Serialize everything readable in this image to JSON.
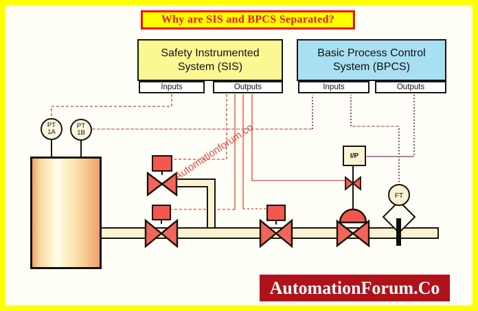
{
  "title_banner": {
    "text": "Why are SIS and BPCS Separated?"
  },
  "sis": {
    "title_line1": "Safety Instrumented",
    "title_line2": "System (SIS)",
    "inputs_label": "Inputs",
    "outputs_label": "Outputs"
  },
  "bpcs": {
    "title_line1": "Basic Process Control",
    "title_line2": "System (BPCS)",
    "inputs_label": "Inputs",
    "outputs_label": "Outputs"
  },
  "instruments": {
    "pt1a_line1": "PT",
    "pt1a_line2": "1A",
    "pt1b_line1": "PT",
    "pt1b_line2": "1B",
    "ip_converter_label": "I/P",
    "flow_transmitter_label": "FT"
  },
  "watermark": "Automationforum.co",
  "footer_banner": {
    "text": "AutomationForum.Co"
  },
  "colors": {
    "outer_border": "#FFFF00",
    "title_red": "#EC1410",
    "sis_fill": "#FBF894",
    "bpcs_fill": "#A9DFF2",
    "valve_red": "#F2655B",
    "actuator_red": "#F3584F",
    "pipe_fill": "#FBF3CF",
    "sis_signal_line": "#E8604A",
    "bpcs_signal_rose": "#C27D92",
    "bpcs_signal_plum": "#6B3757",
    "instrument_fill": "#FCF5DC",
    "tank_orange": "#EFA06B",
    "footer_red": "#B01219"
  }
}
